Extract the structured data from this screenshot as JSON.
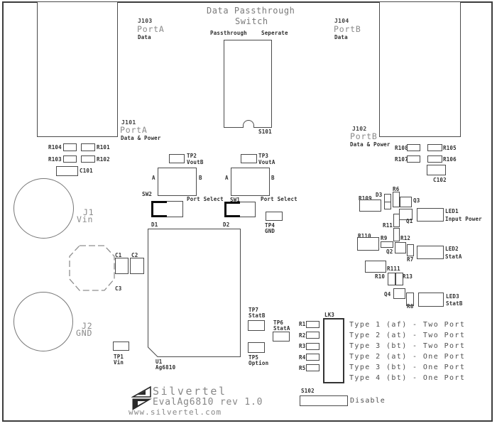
{
  "diagram": {
    "title": {
      "line1": "Data Passthrough",
      "line2": "Switch"
    },
    "s101": {
      "ref": "S101",
      "left_label": "Passthrough",
      "right_label": "Seperate"
    },
    "s102": {
      "ref": "S102",
      "label": "Disable"
    },
    "connectors": {
      "j103": {
        "ref": "J103",
        "port": "PortA",
        "desc": "Data"
      },
      "j104": {
        "ref": "J104",
        "port": "PortB",
        "desc": "Data"
      },
      "j101": {
        "ref": "J101",
        "port": "PortA",
        "desc": "Data & Power"
      },
      "j102": {
        "ref": "J102",
        "port": "PortB",
        "desc": "Data & Power"
      },
      "j1": {
        "ref": "J1",
        "net": "Vin"
      },
      "j2": {
        "ref": "J2",
        "net": "GND"
      }
    },
    "port_a_group": {
      "r104": "R104",
      "r101": "R101",
      "r103": "R103",
      "r102": "R102",
      "c101": "C101"
    },
    "port_b_group": {
      "r108": "R108",
      "r105": "R105",
      "r107": "R107",
      "r106": "R106",
      "c102": "C102"
    },
    "switches": {
      "sw2": {
        "ref": "SW2",
        "a": "A",
        "b": "B",
        "label": "Port Select"
      },
      "sw1": {
        "ref": "SW1",
        "a": "A",
        "b": "B",
        "label": "Port Select"
      }
    },
    "testpoints": {
      "tp1": {
        "ref": "TP1",
        "net": "Vin"
      },
      "tp2": {
        "ref": "TP2",
        "net": "VoutB"
      },
      "tp3": {
        "ref": "TP3",
        "net": "VoutA"
      },
      "tp4": {
        "ref": "TP4",
        "net": "GND"
      },
      "tp5": {
        "ref": "TP5",
        "net": "Option"
      },
      "tp6": {
        "ref": "TP6",
        "net": "StatA"
      },
      "tp7": {
        "ref": "TP7",
        "net": "StatB"
      }
    },
    "diodes": {
      "d1": "D1",
      "d2": "D2",
      "d3": "D3"
    },
    "caps": {
      "c1": "C1",
      "c2": "C2",
      "c3": "C3"
    },
    "ic": {
      "ref": "U1",
      "part": "Ag6810"
    },
    "led_cluster": {
      "r109": "R109",
      "r110": "R110",
      "r111": "R111",
      "r6": "R6",
      "r7": "R7",
      "r8": "R8",
      "r9": "R9",
      "r10": "R10",
      "r11": "R11",
      "r12": "R12",
      "r13": "R13",
      "q1": "Q1",
      "q2": "Q2",
      "q3": "Q3",
      "q4": "Q4",
      "led1": {
        "ref": "LED1",
        "net": "Input Power"
      },
      "led2": {
        "ref": "LED2",
        "net": "StatA"
      },
      "led3": {
        "ref": "LED3",
        "net": "StatB"
      }
    },
    "config": {
      "lk3": "LK3",
      "resistors": [
        "R1",
        "R2",
        "R3",
        "R4",
        "R5"
      ],
      "types": [
        "Type 1 (af) - Two Port",
        "Type 2 (at) - Two Port",
        "Type 3 (bt) - Two Port",
        "Type 2 (at) - One Port",
        "Type 3 (bt) - One Port",
        "Type 4 (bt) - One Port"
      ]
    },
    "footer": {
      "brand": "Silvertel",
      "product": "EvalAg6810 rev 1.0",
      "url": "www.silvertel.com"
    },
    "colors": {
      "line": "#4a4a4a",
      "text_dark": "#2e2e2e",
      "text_gray": "#8a8a8a",
      "bg": "#ffffff"
    }
  }
}
